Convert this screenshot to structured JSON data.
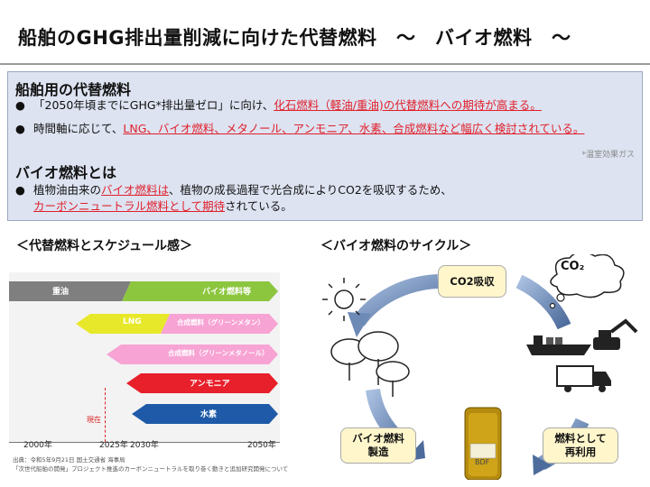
{
  "title": "船舶のGHG排出量削減に向けた代替燃料　～　バイオ燃料　～",
  "section1": {
    "heading": "船舶用の代替燃料",
    "bullet1": {
      "pre": "「2050年頃までにGHG*排出量ゼロ」に向け、",
      "highlight": "化石燃料（軽油/重油)の代替燃料への期待が高まる。"
    },
    "bullet2": {
      "pre": "時間軸に応じて、",
      "highlight": "LNG、バイオ燃料、メタノール、アンモニア、水素、合成燃料など幅広く検討されている。"
    },
    "footnote": "*温室効果ガス"
  },
  "section2": {
    "heading": "バイオ燃料とは",
    "line1_pre": "植物油由来の",
    "line1_hl": "バイオ燃料は",
    "line1_post": "、植物の成長過程で光合成によりCO2を吸収するため、",
    "line2_hl": "カーボンニュートラル燃料として期待",
    "line2_post": "されている。"
  },
  "timeline": {
    "heading": "＜代替燃料とスケジュール感＞",
    "ticks": [
      "2000年",
      "2025年",
      "2030年",
      "2050年"
    ],
    "now_label": "現在",
    "bars": [
      {
        "left_label": "重油",
        "right_label": "バイオ燃料等"
      },
      {
        "left_label": "LNG",
        "right_label": "合成燃料（グリーンメタン）"
      },
      {
        "right_label": "合成燃料（グリーンメタノール）"
      },
      {
        "right_label": "アンモニア"
      },
      {
        "right_label": "水素"
      }
    ],
    "colors": {
      "heavy_oil": "#7f7f7f",
      "bio": "#8cc63f",
      "lng": "#e8e82a",
      "syn_methane": "#f7a3d4",
      "syn_methanol": "#f7a3d4",
      "ammonia": "#e8202b",
      "hydrogen": "#1e5aa8"
    },
    "source_line1": "出典：令和5年9月21日 国土交通省 海事局",
    "source_line2": "「次世代船舶の開発」プロジェクト推進のカーボンニュートラルを取り巻く動きと追加研究開発について"
  },
  "cycle": {
    "heading": "＜バイオ燃料のサイクル＞",
    "co2_cloud": "CO₂",
    "box_co2": "CO2吸収",
    "box_bio_line1": "バイオ燃料",
    "box_bio_line2": "製造",
    "box_reuse_line1": "燃料として",
    "box_reuse_line2": "再利用",
    "bottle_label": "BDF"
  }
}
